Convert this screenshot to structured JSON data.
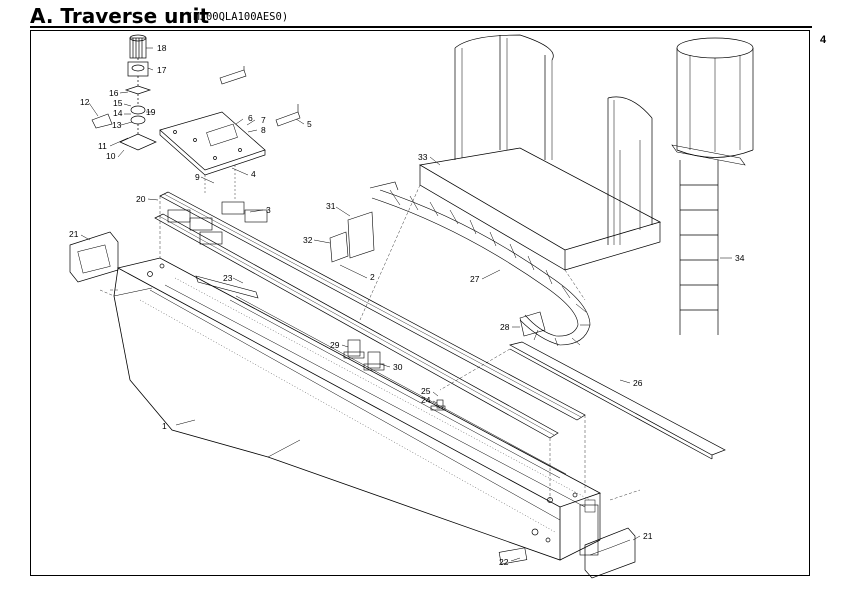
{
  "header": {
    "title": "A. Traverse unit",
    "subtitle": "(M300QLA100AES0)"
  },
  "page_number": "4",
  "callouts": [
    "1",
    "2",
    "3",
    "4",
    "5",
    "6",
    "7",
    "8",
    "9",
    "10",
    "11",
    "12",
    "13",
    "14",
    "15",
    "16",
    "17",
    "18",
    "19",
    "20",
    "21",
    "21",
    "22",
    "23",
    "24",
    "25",
    "26",
    "27",
    "28",
    "29",
    "30",
    "31",
    "32",
    "33",
    "34"
  ]
}
